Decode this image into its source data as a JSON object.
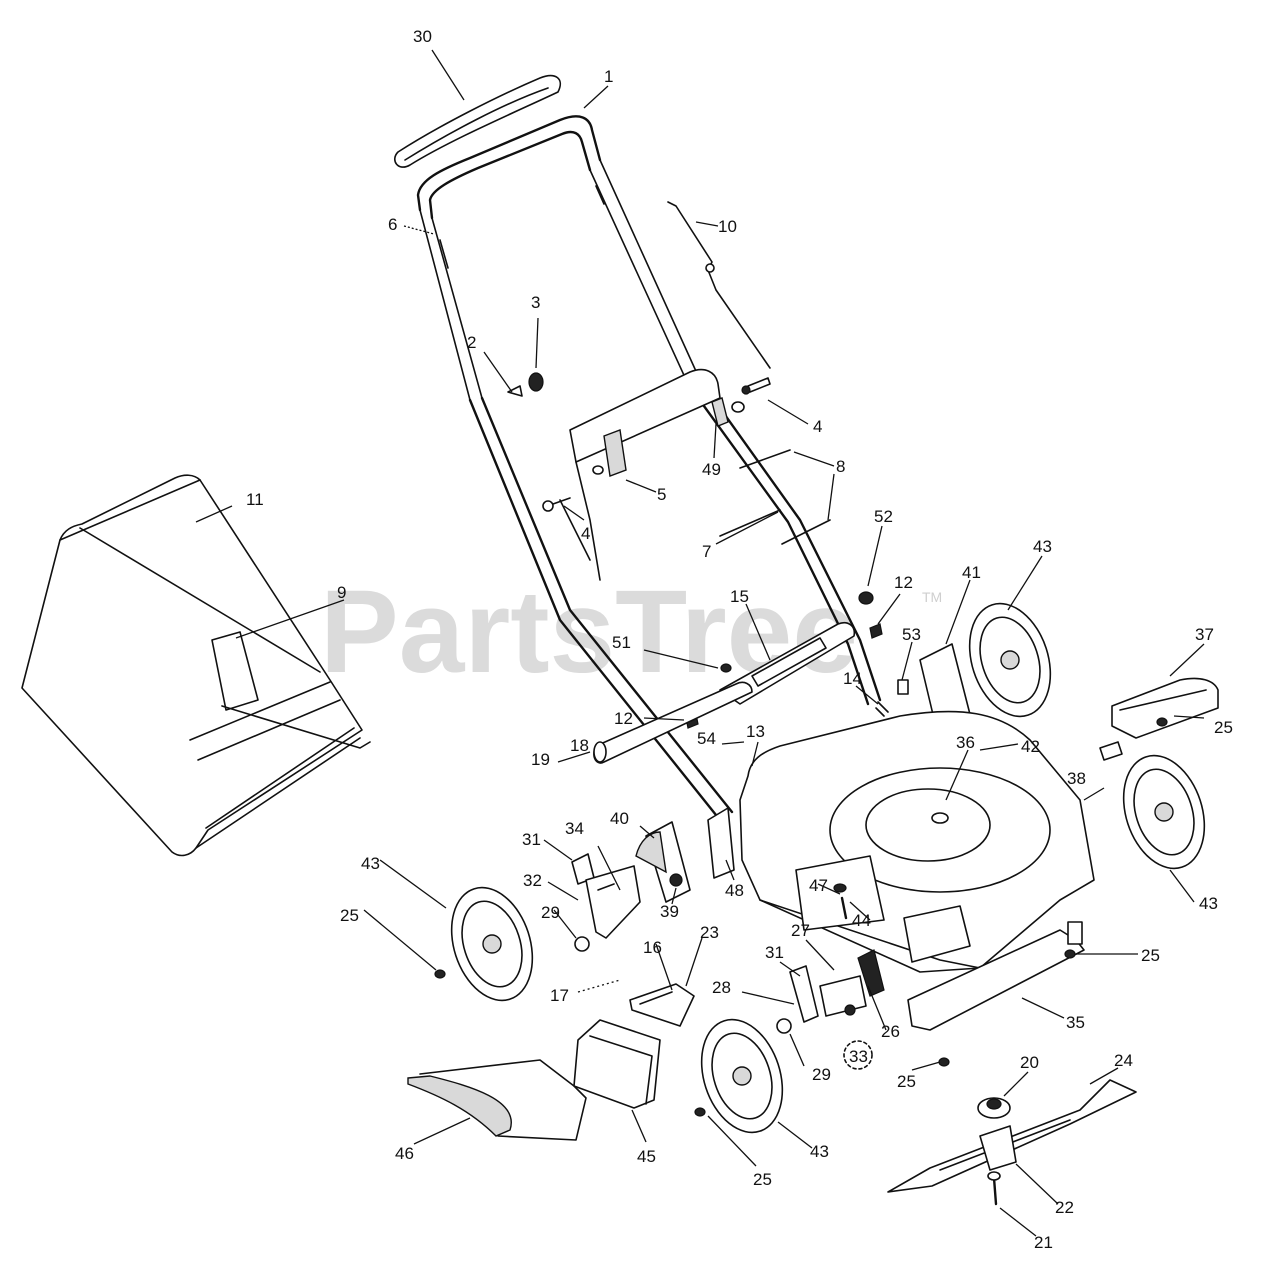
{
  "watermark": {
    "text": "PartsTree",
    "tm": "TM"
  },
  "callouts": [
    "30",
    "1",
    "6",
    "10",
    "3",
    "2",
    "4",
    "49",
    "5",
    "4",
    "8",
    "11",
    "7",
    "52",
    "9",
    "15",
    "43",
    "41",
    "37",
    "12",
    "53",
    "51",
    "25",
    "14",
    "12",
    "18",
    "13",
    "54",
    "19",
    "36",
    "42",
    "38",
    "40",
    "34",
    "31",
    "32",
    "48",
    "47",
    "44",
    "43",
    "39",
    "29",
    "43",
    "25",
    "23",
    "16",
    "31",
    "27",
    "25",
    "17",
    "28",
    "26",
    "35",
    "29",
    "33",
    "25",
    "20",
    "24",
    "46",
    "45",
    "43",
    "25",
    "22",
    "21"
  ]
}
